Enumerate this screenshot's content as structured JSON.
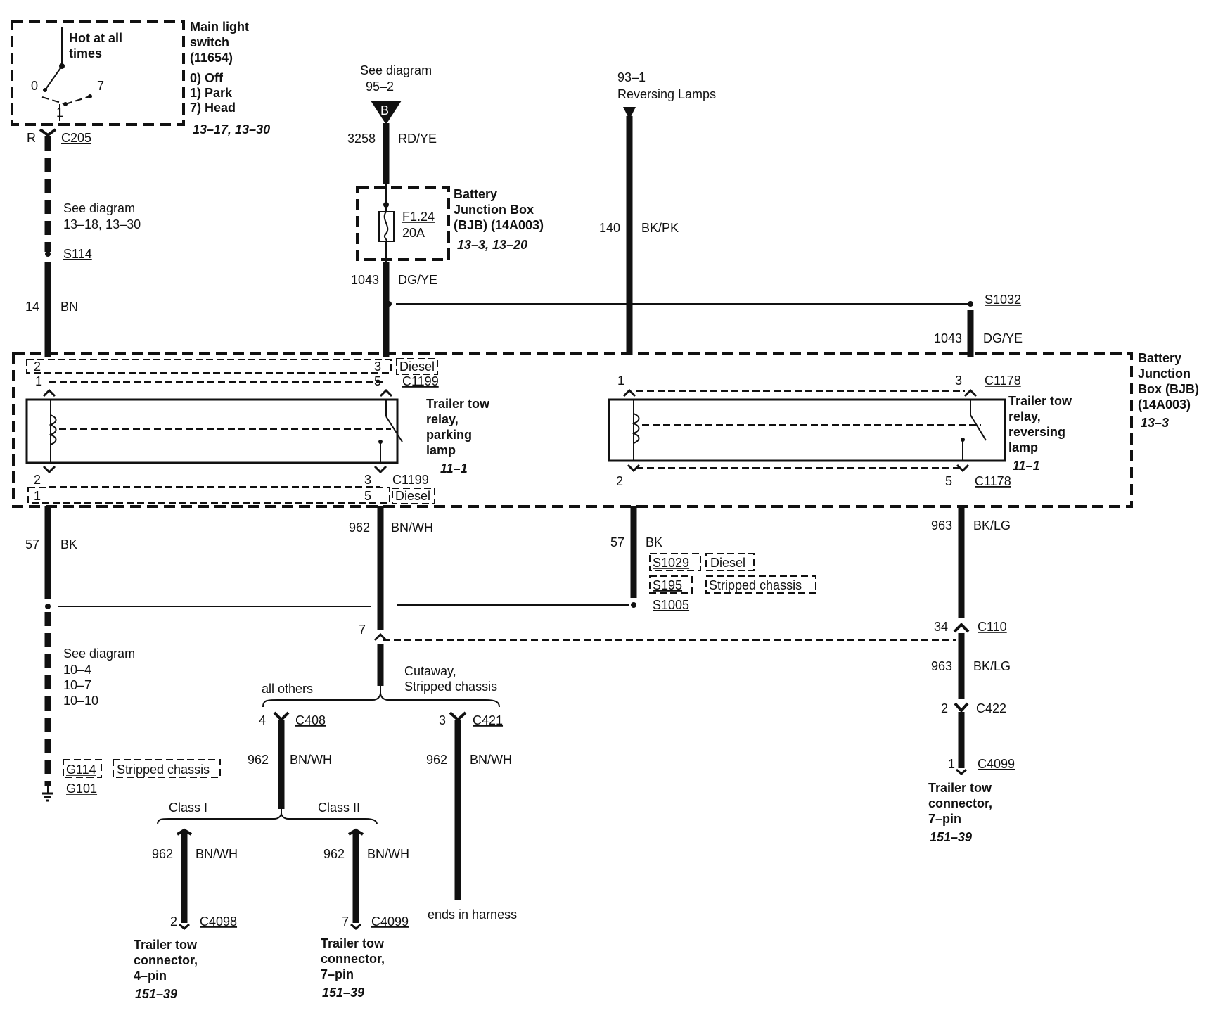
{
  "colors": {
    "ink": "#111111",
    "paper": "#ffffff"
  },
  "main_light_switch": {
    "hot": [
      "Hot at all",
      "times"
    ],
    "title": [
      "Main light",
      "switch",
      "(11654)"
    ],
    "positions": [
      "0) Off",
      "1) Park",
      "7) Head"
    ],
    "ref": "13–17, 13–30",
    "pos0": "0",
    "pos1": "1",
    "pos7": "7",
    "pin": "R",
    "connector": "C205"
  },
  "left_column": {
    "see1": [
      "See diagram",
      "13–18, 13–30"
    ],
    "splice": "S114",
    "upper_circuit": "14",
    "upper_color": "BN",
    "lower_circuit": "57",
    "lower_color": "BK",
    "see2": [
      "See diagram",
      "10–4",
      "10–7",
      "10–10"
    ],
    "ground1": "G114",
    "ground1_variant": "Stripped chassis",
    "ground2": "G101"
  },
  "center_feed": {
    "see": [
      "See diagram",
      "95–2"
    ],
    "ref_letter": "B",
    "circuit_top": "3258",
    "color_top": "RD/YE",
    "fuse": "F1.24",
    "fuse_rating": "20A",
    "bjb_title": [
      "Battery",
      "Junction Box",
      "(BJB) (14A003)"
    ],
    "bjb_ref": "13–3, 13–20",
    "circuit_bottom": "1043",
    "color_bottom": "DG/YE"
  },
  "reversing_feed": {
    "see": [
      "93–1",
      "Reversing Lamps"
    ],
    "circuit": "140",
    "color": "BK/PK"
  },
  "right_column": {
    "splice": "S1032",
    "circuit_top": "1043",
    "color_top": "DG/YE",
    "circuit_mid": "963",
    "color_mid": "BK/LG",
    "pin_c110": "34",
    "c110": "C110",
    "circuit_low": "963",
    "color_low": "BK/LG",
    "pin_c422": "2",
    "c422": "C422",
    "pin_c4099": "1",
    "c4099": "C4099",
    "connector_title": [
      "Trailer tow",
      "connector,",
      "7–pin"
    ],
    "connector_ref": "151–39"
  },
  "bjb_box": {
    "title": [
      "Battery",
      "Junction",
      "Box (BJB)",
      "(14A003)"
    ],
    "ref": "13–3"
  },
  "parking_relay": {
    "title": [
      "Trailer tow",
      "relay,",
      "parking",
      "lamp"
    ],
    "ref": "11–1",
    "pin_top_left_diesel": "2",
    "pin_top_left": "1",
    "pin_top_right_diesel": "3",
    "pin_top_right": "5",
    "diesel_top": "Diesel",
    "connector_top": "C1199",
    "pin_bot_left": "2",
    "pin_bot_left_diesel": "1",
    "pin_bot_right": "3",
    "pin_bot_right_diesel": "5",
    "connector_bot": "C1199",
    "diesel_bot": "Diesel"
  },
  "reversing_relay": {
    "title": [
      "Trailer tow",
      "relay,",
      "reversing",
      "lamp"
    ],
    "ref": "11–1",
    "pin_top_left": "1",
    "pin_top_right": "3",
    "connector_top": "C1178",
    "pin_bot_left": "2",
    "pin_bot_right": "5",
    "connector_bot": "C1178"
  },
  "center_lower": {
    "circuit": "962",
    "color": "BN/WH",
    "pin_7": "7",
    "branch_left": "all others",
    "branch_right": [
      "Cutaway,",
      "Stripped chassis"
    ],
    "c408_pin": "4",
    "c408": "C408",
    "c421_pin": "3",
    "c421": "C421",
    "c408_circuit": "962",
    "c408_color": "BN/WH",
    "c421_circuit": "962",
    "c421_color": "BN/WH",
    "class1": "Class I",
    "class2": "Class II",
    "class1_circuit": "962",
    "class1_color": "BN/WH",
    "class2_circuit": "962",
    "class2_color": "BN/WH",
    "c4098_pin": "2",
    "c4098": "C4098",
    "c4099_pin": "7",
    "c4099": "C4099",
    "conn4_title": [
      "Trailer tow",
      "connector,",
      "4–pin"
    ],
    "conn4_ref": "151–39",
    "conn7_title": [
      "Trailer tow",
      "connector,",
      "7–pin"
    ],
    "conn7_ref": "151–39",
    "ends": "ends in harness"
  },
  "rev_ground": {
    "circuit": "57",
    "color": "BK",
    "s1029": "S1029",
    "s1029_variant": "Diesel",
    "s195": "S195",
    "s195_variant": "Stripped chassis",
    "s1005": "S1005"
  }
}
